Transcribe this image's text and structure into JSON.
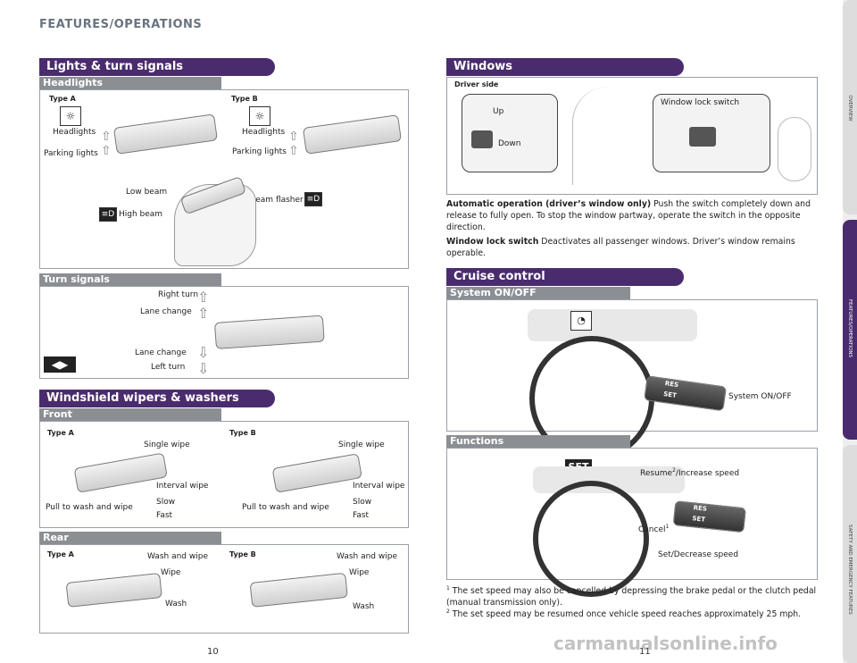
{
  "page_header": "FEATURES/OPERATIONS",
  "sections": {
    "lights": {
      "title": "Lights & turn signals",
      "headlights": {
        "subtitle": "Headlights",
        "type_a": "Type A",
        "type_b": "Type B",
        "headlights_label": "Headlights",
        "parking_lights_label": "Parking lights",
        "low_beam": "Low beam",
        "high_beam": "High beam",
        "high_beam_flasher": "High beam flasher"
      },
      "turn_signals": {
        "subtitle": "Turn signals",
        "right_turn": "Right turn",
        "lane_change_top": "Lane change",
        "lane_change_bottom": "Lane change",
        "left_turn": "Left turn"
      }
    },
    "wipers": {
      "title": "Windshield wipers & washers",
      "front": {
        "subtitle": "Front",
        "type_a": "Type A",
        "type_b": "Type B",
        "single_wipe": "Single wipe",
        "interval_wipe": "Interval wipe",
        "slow": "Slow",
        "fast": "Fast",
        "pull_to_wash": "Pull to wash and wipe"
      },
      "rear": {
        "subtitle": "Rear",
        "type_a": "Type A",
        "type_b": "Type B",
        "wash_and_wipe": "Wash and wipe",
        "wipe": "Wipe",
        "wash": "Wash"
      }
    },
    "windows": {
      "title": "Windows",
      "driver_side": "Driver side",
      "up": "Up",
      "down": "Down",
      "window_lock_switch": "Window lock switch",
      "auto_op_term": "Automatic operation (driver’s window only)",
      "auto_op_text": " Push the switch completely down and release to fully open. To stop the window partway, operate the switch in the opposite direction.",
      "lock_term": "Window lock switch",
      "lock_text": " Deactivates all passenger windows. Driver’s window remains operable."
    },
    "cruise": {
      "title": "Cruise control",
      "system_subtitle": "System ON/OFF",
      "system_label": "System ON/OFF",
      "functions_subtitle": "Functions",
      "set_badge": "SET",
      "resume_label": "Resume",
      "resume_sup": "2",
      "resume_suffix": "/Increase speed",
      "cancel_label": "Cancel",
      "cancel_sup": "1",
      "set_decrease": "Set/Decrease speed",
      "lever_res": "RES",
      "lever_set": "SET",
      "footnote1_num": "1",
      "footnote1": "The set speed may also be cancelled by depressing the brake pedal or the clutch pedal (manual transmission only).",
      "footnote2_num": "2",
      "footnote2": "The set speed may be resumed once vehicle speed reaches approximately 25 mph."
    }
  },
  "sidebar_tabs": [
    "OVERVIEW",
    "FEATURES/OPERATIONS",
    "SAFETY AND EMERGENCY FEATURES"
  ],
  "page_numbers": {
    "left": "10",
    "right": "11"
  },
  "watermark": "carmanualsonline.info",
  "colors": {
    "section": "#4a2c6e",
    "subsection": "#8b8f94"
  }
}
